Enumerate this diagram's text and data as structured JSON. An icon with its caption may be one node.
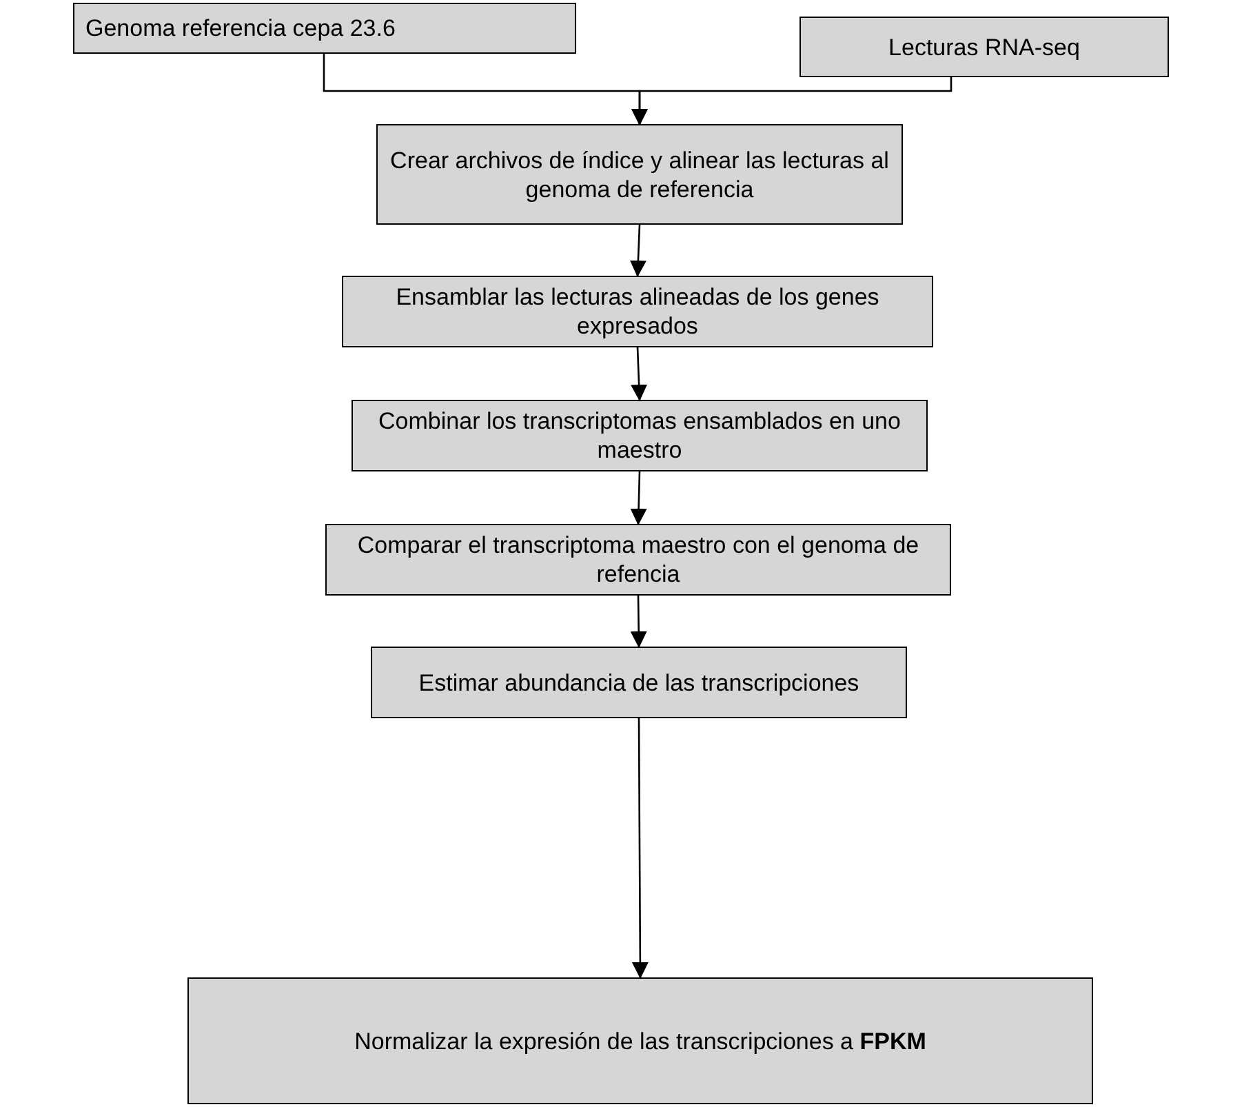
{
  "diagram": {
    "nodes": [
      {
        "text": [
          "Genoma referencia cepa 23.6"
        ]
      },
      {
        "text": [
          "Lecturas RNA-seq"
        ]
      },
      {
        "text": [
          "Crear archivos de índice y alinear las lecturas al genoma de referencia"
        ]
      },
      {
        "text": [
          "Ensamblar las lecturas alineadas de los genes expresados"
        ]
      },
      {
        "text": [
          "Combinar los transcriptomas ensamblados en uno maestro"
        ]
      },
      {
        "text": [
          "Comparar el transcriptoma maestro con el genoma de refencia"
        ]
      },
      {
        "text": [
          "Estimar abundancia de las transcripciones"
        ]
      },
      {
        "text": [
          "Normalizar la expresión de las transcripciones a **FPKM**"
        ]
      }
    ],
    "edges": [
      {
        "from": 0,
        "to": 2,
        "arrow": "to"
      },
      {
        "from": 1,
        "to": 2,
        "arrow": "to"
      },
      {
        "from": 2,
        "to": 3,
        "arrow": "to"
      },
      {
        "from": 3,
        "to": 4,
        "arrow": "to"
      },
      {
        "from": 4,
        "to": 5,
        "arrow": "to"
      },
      {
        "from": 5,
        "to": 6,
        "arrow": "to"
      },
      {
        "from": 6,
        "to": 7,
        "arrow": "to"
      }
    ]
  }
}
